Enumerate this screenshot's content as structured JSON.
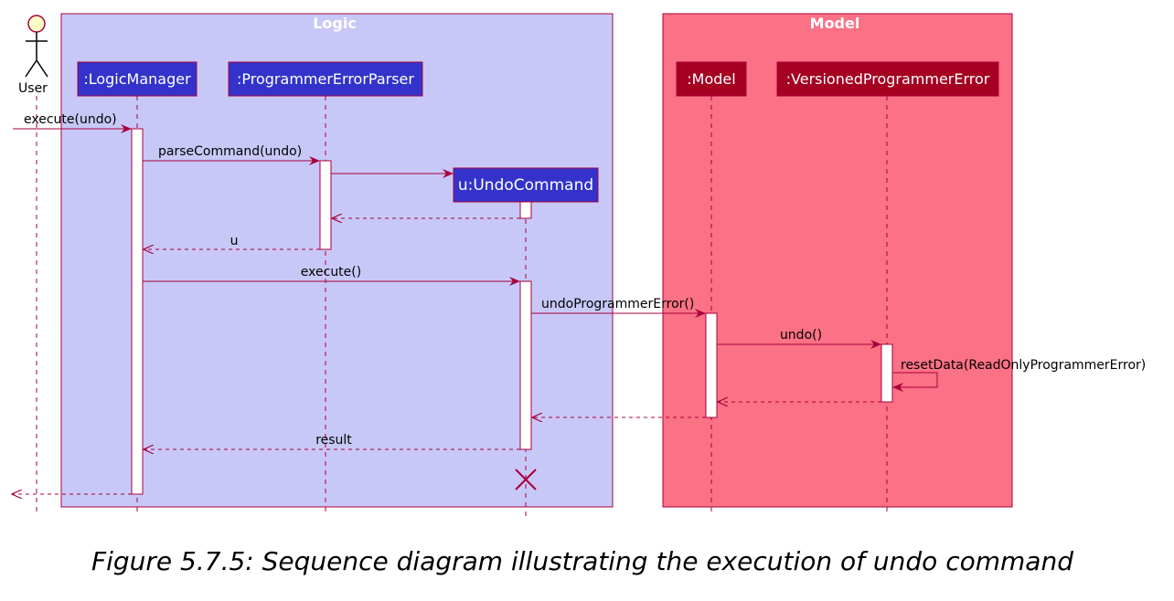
{
  "groups": {
    "logic": "Logic",
    "model": "Model"
  },
  "actor": "User",
  "participants": {
    "logic_manager": ":LogicManager",
    "parser": ":ProgrammerErrorParser",
    "undo_command": "u:UndoCommand",
    "model": ":Model",
    "versioned": ":VersionedProgrammerError"
  },
  "messages": {
    "execute_undo": "execute(undo)",
    "parse_command": "parseCommand(undo)",
    "return_u": "u",
    "execute": "execute()",
    "undo_programmer_error": "undoProgrammerError()",
    "undo": "undo()",
    "reset_data": "resetData(ReadOnlyProgrammerError)",
    "result": "result"
  },
  "caption": "Figure 5.7.5: Sequence diagram illustrating the execution of undo command",
  "colors": {
    "logic_bg": "#c8c8f8",
    "model_bg": "#fb7185",
    "logic_box": "#3333cc",
    "model_box": "#a50021",
    "line": "#a8003c",
    "actor_fill": "#fdfdc6"
  }
}
